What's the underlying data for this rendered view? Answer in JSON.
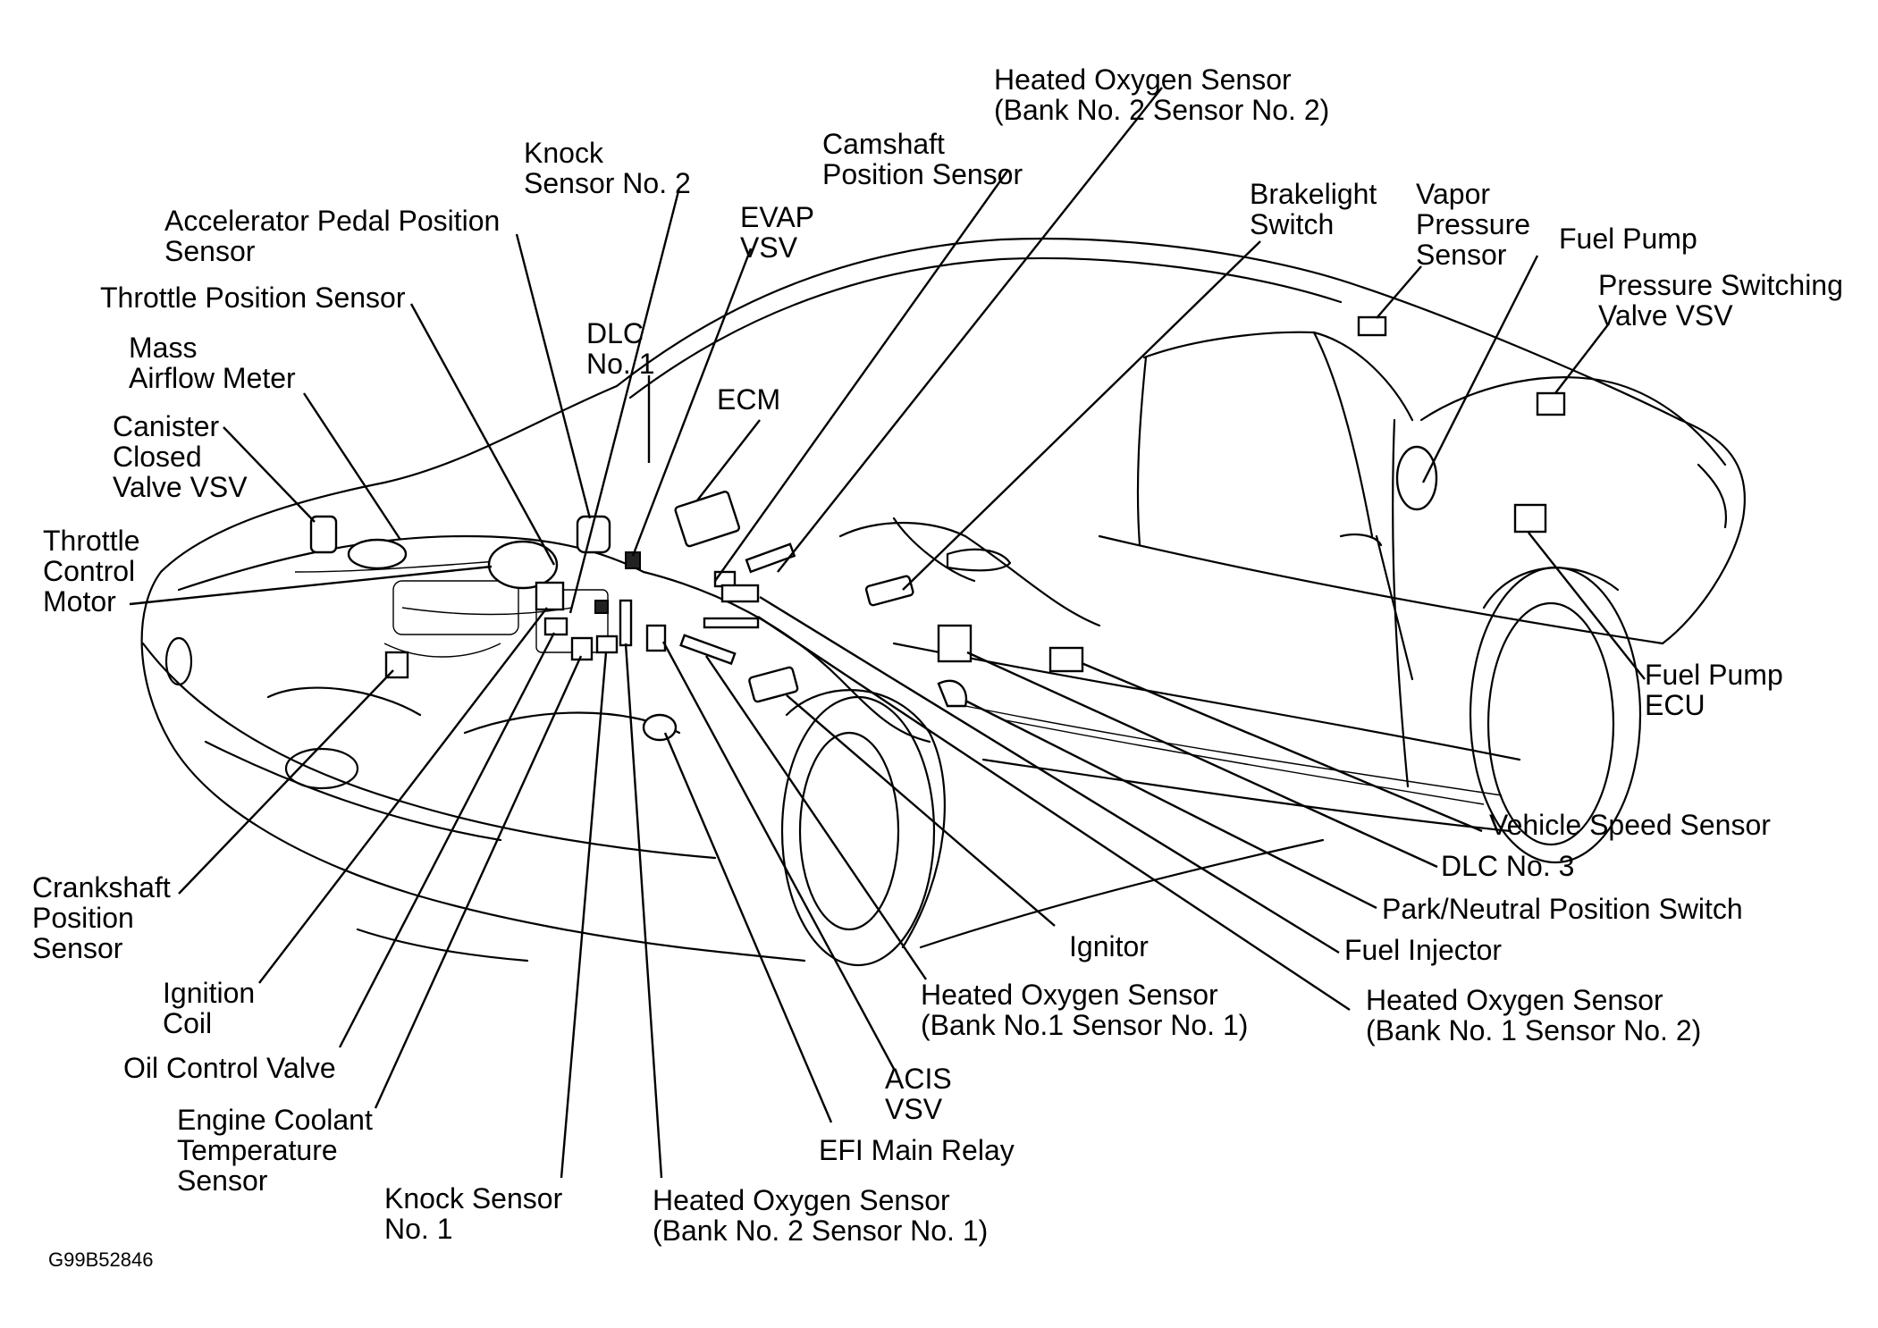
{
  "labels": {
    "heated_o2_b2s2": "Heated Oxygen Sensor\n(Bank No. 2 Sensor No. 2)",
    "camshaft": "Camshaft\nPosition Sensor",
    "knock_2": "Knock\nSensor No. 2",
    "evap_vsv": "EVAP\nVSV",
    "accel_pedal": "Accelerator Pedal Position\nSensor",
    "throttle_position": "Throttle Position Sensor",
    "dlc1": "DLC\nNo. 1",
    "mass_airflow": "Mass\nAirflow Meter",
    "ecm": "ECM",
    "canister_vsv": "Canister\nClosed\nValve VSV",
    "throttle_motor": "Throttle\nControl\nMotor",
    "brakelight": "Brakelight\nSwitch",
    "vapor_pressure": "Vapor\nPressure\nSensor",
    "fuel_pump": "Fuel Pump",
    "pressure_switching": "Pressure Switching\nValve VSV",
    "fuel_pump_ecu": "Fuel Pump\nECU",
    "vehicle_speed": "Vehicle Speed Sensor",
    "dlc3": "DLC No. 3",
    "park_neutral": "Park/Neutral Position Switch",
    "fuel_injector": "Fuel Injector",
    "heated_o2_b1s2": "Heated Oxygen Sensor\n(Bank No. 1 Sensor No. 2)",
    "ignitor": "Ignitor",
    "heated_o2_b1s1": "Heated Oxygen Sensor\n(Bank No.1 Sensor No. 1)",
    "acis_vsv": "ACIS\nVSV",
    "efi_relay": "EFI Main Relay",
    "heated_o2_b2s1": "Heated Oxygen Sensor\n(Bank No. 2 Sensor No. 1)",
    "knock_1": "Knock Sensor\nNo. 1",
    "engine_coolant": "Engine Coolant\nTemperature\nSensor",
    "oil_control": "Oil Control Valve",
    "ignition_coil": "Ignition\nCoil",
    "crankshaft": "Crankshaft\nPosition\nSensor"
  },
  "figure_code": "G99B52846"
}
